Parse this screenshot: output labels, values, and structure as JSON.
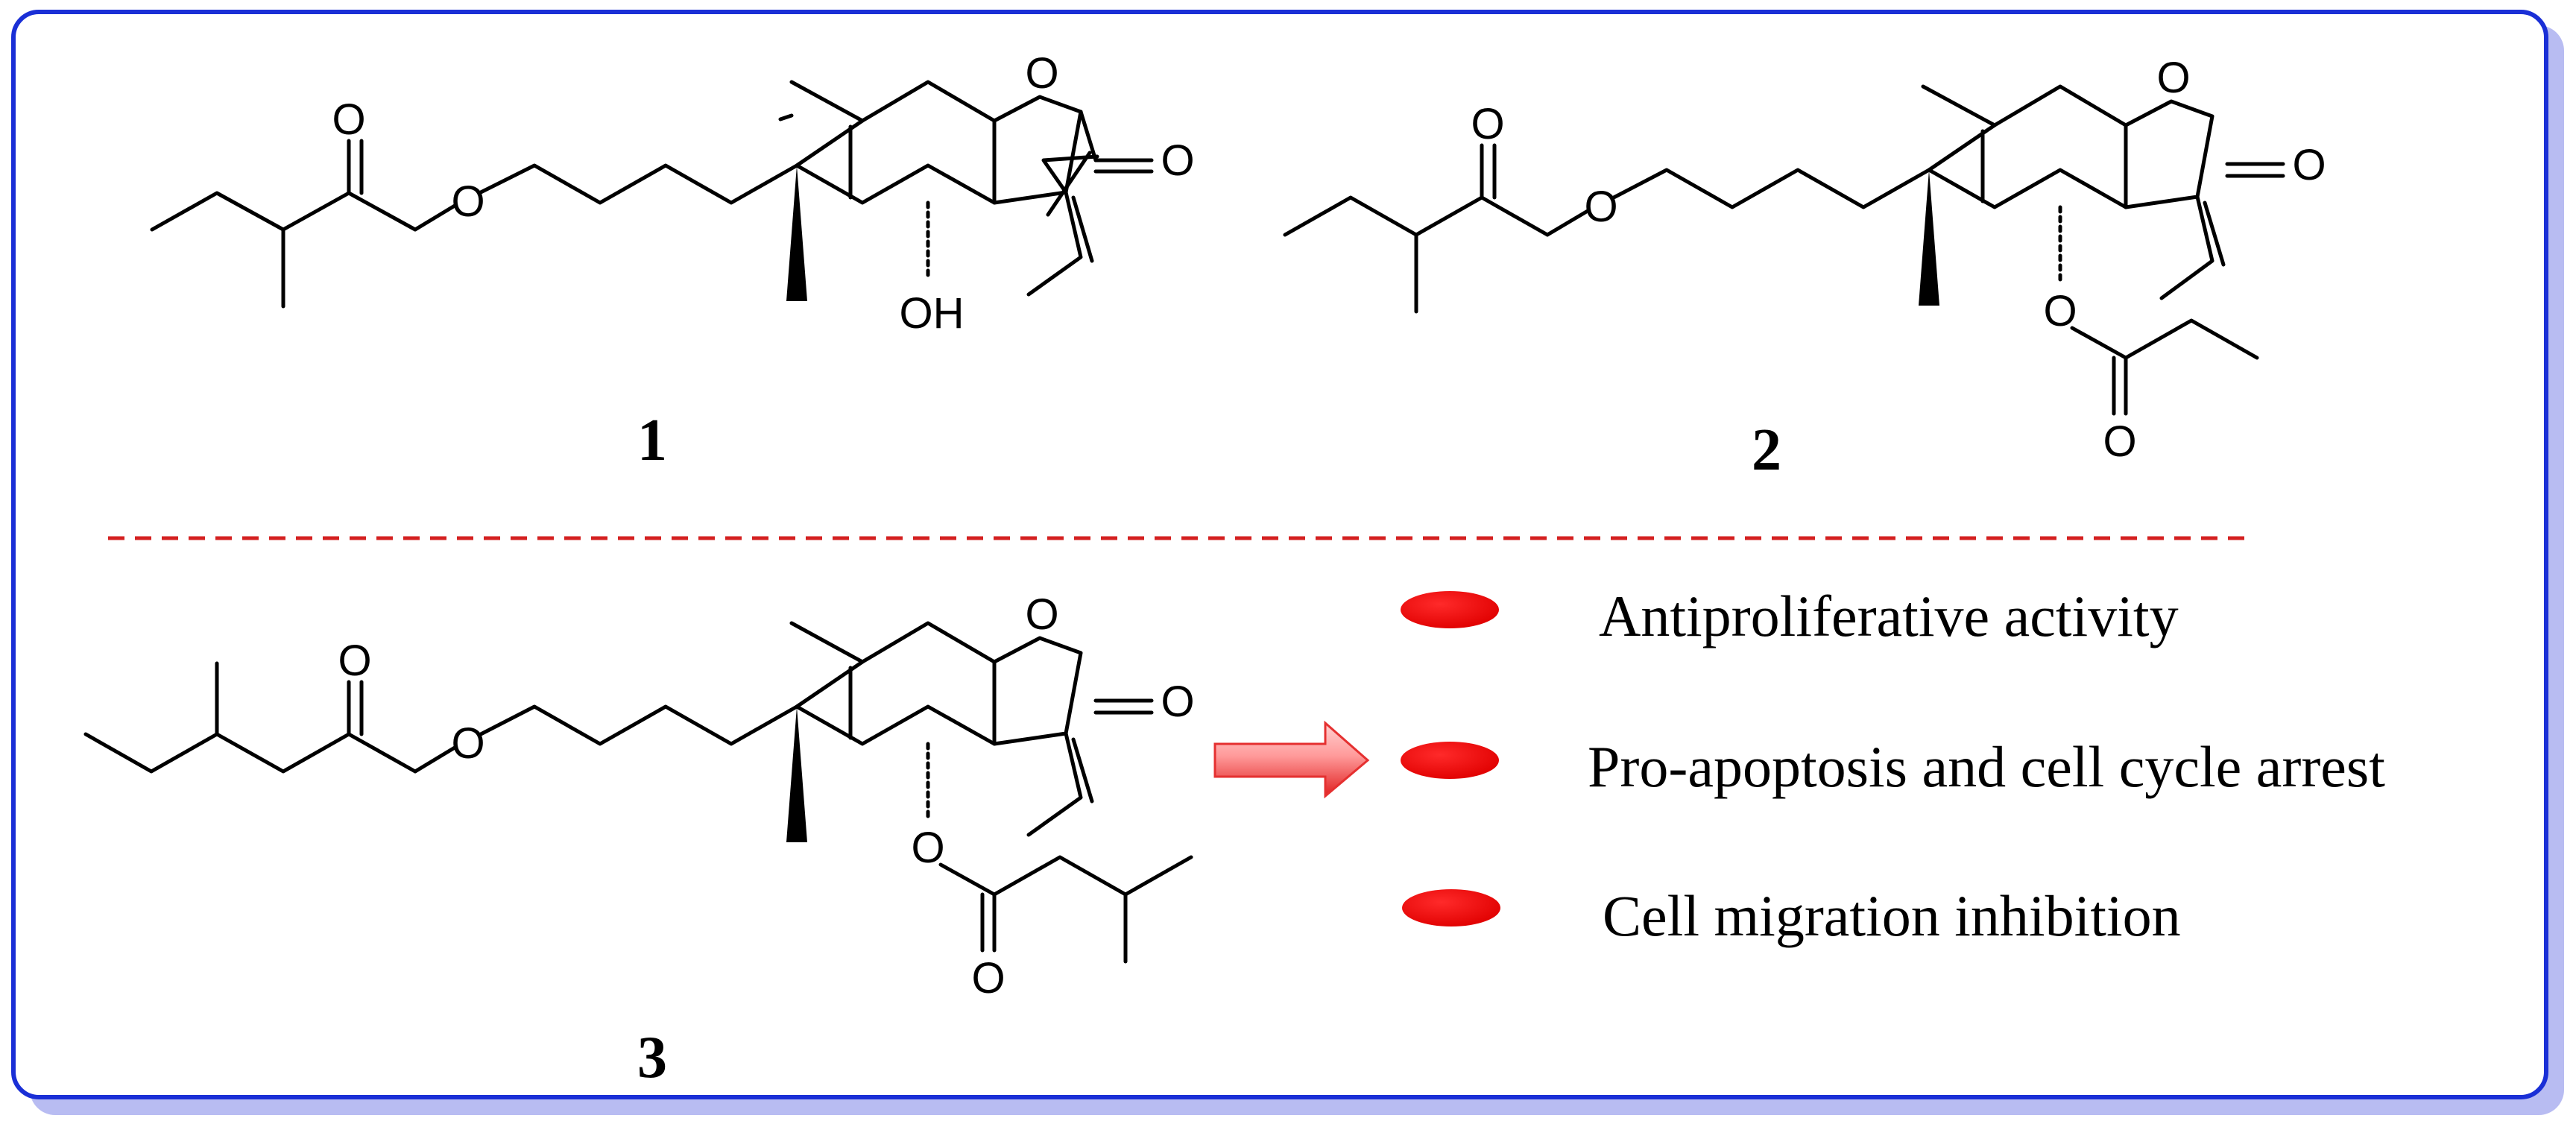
{
  "frame": {
    "border_color": "#1a2fd6",
    "shadow_color": "#b8bcf2"
  },
  "atoms": {
    "oxygen": "O",
    "hydroxyl": "OH"
  },
  "compounds": [
    {
      "id": "1"
    },
    {
      "id": "2"
    },
    {
      "id": "3"
    }
  ],
  "divider": {
    "color": "#d42020",
    "style": "dashed"
  },
  "arrow": {
    "color": "#e53030"
  },
  "activities": [
    {
      "label": "Antiproliferative activity",
      "bullet_color": "#ee0000"
    },
    {
      "label": "Pro-apoptosis and cell cycle arrest",
      "bullet_color": "#ee0000"
    },
    {
      "label": "Cell migration inhibition",
      "bullet_color": "#ee0000"
    }
  ]
}
